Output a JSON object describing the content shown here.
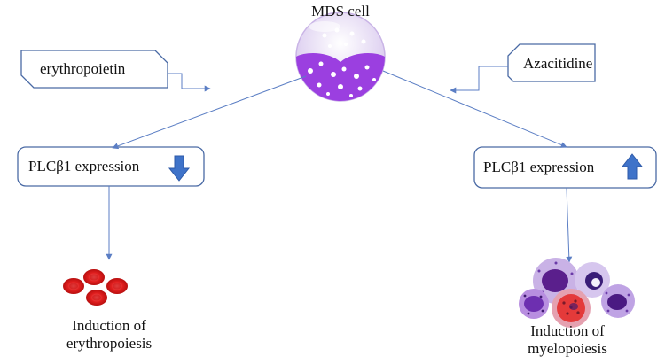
{
  "mds_cell": {
    "label": "MDS cell"
  },
  "left": {
    "agent_label": "erythropoietin",
    "expression_label": "PLCβ1 expression",
    "expression_change": "down",
    "outcome_line1": "Induction of",
    "outcome_line2": "erythropoiesis"
  },
  "right": {
    "agent_label": "Azacitidine",
    "expression_label": "PLCβ1 expression",
    "expression_change": "up",
    "outcome_line1": "Induction of",
    "outcome_line2": "myelopoiesis"
  },
  "colors": {
    "box_border": "#4a6aa5",
    "connector": "#5b7ec4",
    "arrow_fill": "#3f73c9",
    "cell_purple": "#9b3fe0",
    "rbc_red": "#e01e1e"
  }
}
